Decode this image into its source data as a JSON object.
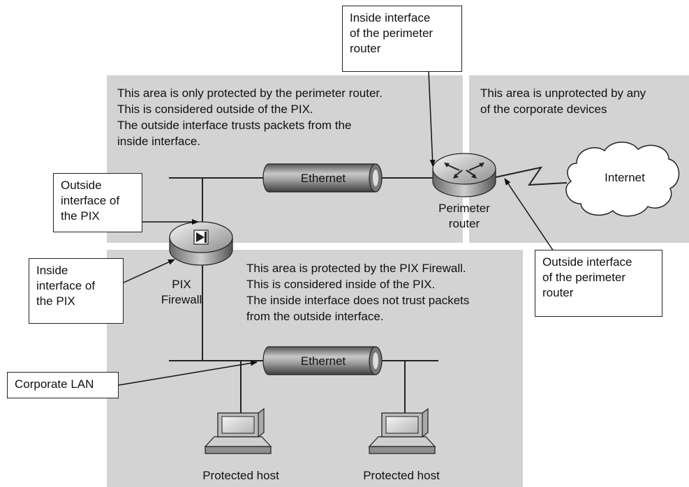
{
  "zones": {
    "outside_pix": "This area is only protected by the perimeter router.\nThis is considered outside of the PIX.\nThe outside interface trusts packets from the\ninside interface.",
    "unprotected": "This area is unprotected by any\nof the corporate devices",
    "inside_pix": "This area is protected by the PIX Firewall.\nThis is considered inside of the PIX.\nThe inside interface does not trust packets\nfrom the outside interface."
  },
  "callouts": {
    "router_inside": "Inside interface\nof the perimeter\nrouter",
    "pix_outside": "Outside\ninterface of\nthe PIX",
    "pix_inside": "Inside\ninterface of\nthe PIX",
    "router_outside": "Outside interface\nof the perimeter\nrouter",
    "corporate_lan": "Corporate LAN"
  },
  "devices": {
    "ethernet_top": "Ethernet",
    "ethernet_bottom": "Ethernet",
    "router": "Perimeter\nrouter",
    "pix": "PIX\nFirewall",
    "internet": "Internet",
    "host_left": "Protected host",
    "host_right": "Protected host"
  },
  "colors": {
    "zone": "#d3d3d3",
    "line": "#222222"
  }
}
